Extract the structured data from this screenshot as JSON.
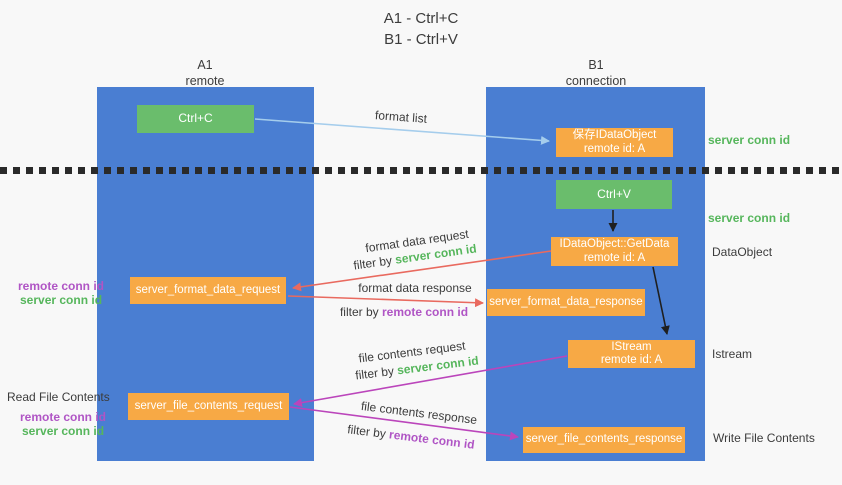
{
  "palette": {
    "lifeline_blue": "#4a7ed2",
    "node_green": "#6abd6c",
    "node_orange": "#f7a945",
    "server_green": "#56b65c",
    "remote_purple": "#b055c5",
    "arrow_salmon": "#e96a5f",
    "arrow_magenta": "#bb45bb",
    "arrow_lightblue": "#a5cdec",
    "arrow_black": "#1f1f1f",
    "text_dark": "#3c3c3c"
  },
  "title": {
    "line1": "A1 - Ctrl+C",
    "line2": "B1 - Ctrl+V"
  },
  "lifelines": {
    "left": {
      "name": "A1",
      "role": "remote"
    },
    "right": {
      "name": "B1",
      "role": "connection"
    }
  },
  "nodes": {
    "ctrl_c": {
      "label": "Ctrl+C"
    },
    "save_idataobject": {
      "line1": "保存IDataObject",
      "line2": "remote id: A"
    },
    "ctrl_v": {
      "label": "Ctrl+V"
    },
    "getdata": {
      "line1": "IDataObject::GetData",
      "line2": "remote id: A"
    },
    "format_request": {
      "label": "server_format_data_request"
    },
    "format_response": {
      "label": "server_format_data_response"
    },
    "istream": {
      "line1": "IStream",
      "line2": "remote id: A"
    },
    "file_request": {
      "label": "server_file_contents_request"
    },
    "file_response": {
      "label": "server_file_contents_response"
    }
  },
  "terms": {
    "server_conn_id": "server conn id",
    "remote_conn_id": "remote conn id",
    "filter_by": "filter by"
  },
  "flow_labels": {
    "format_list": "format list",
    "format_data_request": "format data request",
    "format_data_response": "format data response",
    "file_contents_request": "file contents request",
    "file_contents_response": "file contents response"
  },
  "side_labels": {
    "dataobject": "DataObject",
    "istream": "Istream",
    "read_file_contents": "Read File Contents",
    "write_file_contents": "Write File Contents"
  }
}
